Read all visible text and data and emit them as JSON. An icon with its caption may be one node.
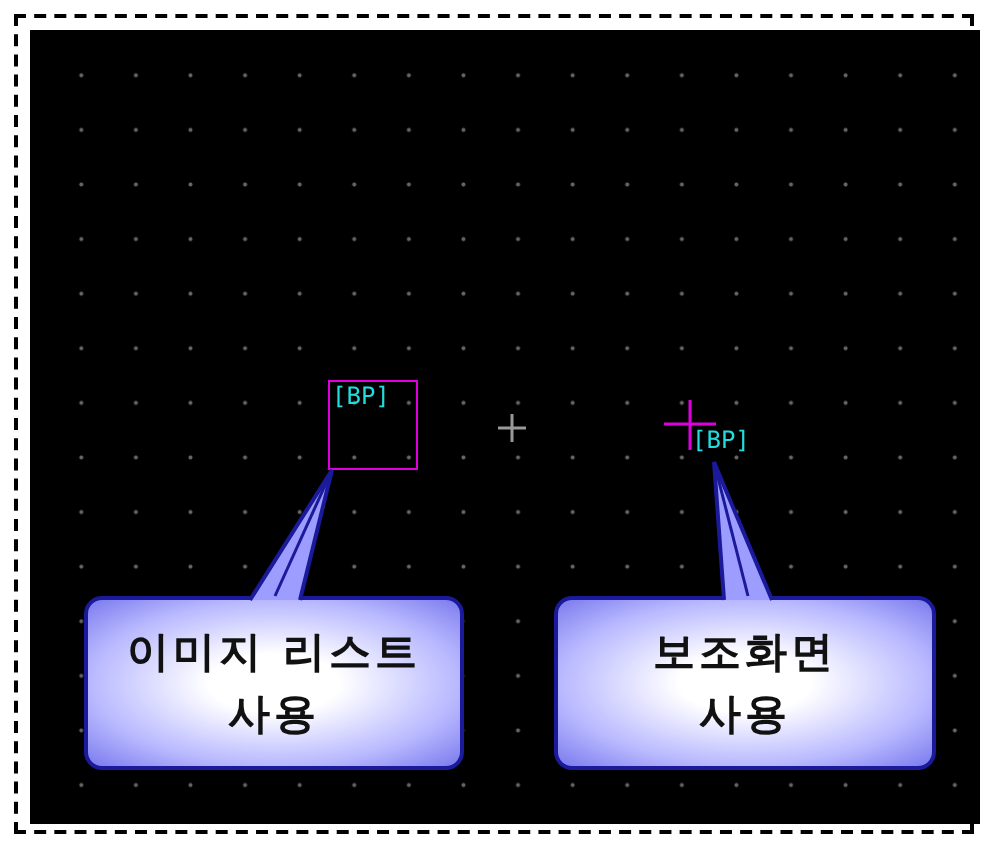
{
  "diagram": {
    "nodes": [
      {
        "text": [
          "[BP]"
        ]
      },
      {
        "text": [
          "[BP]"
        ]
      },
      {
        "text": [
          "이미지 리스트 사용"
        ]
      },
      {
        "text": [
          "보조화면 사용"
        ]
      }
    ],
    "edges": [
      {
        "from": 2,
        "to": 0,
        "arrow": "none"
      },
      {
        "from": 3,
        "to": 1,
        "arrow": "none"
      }
    ]
  }
}
